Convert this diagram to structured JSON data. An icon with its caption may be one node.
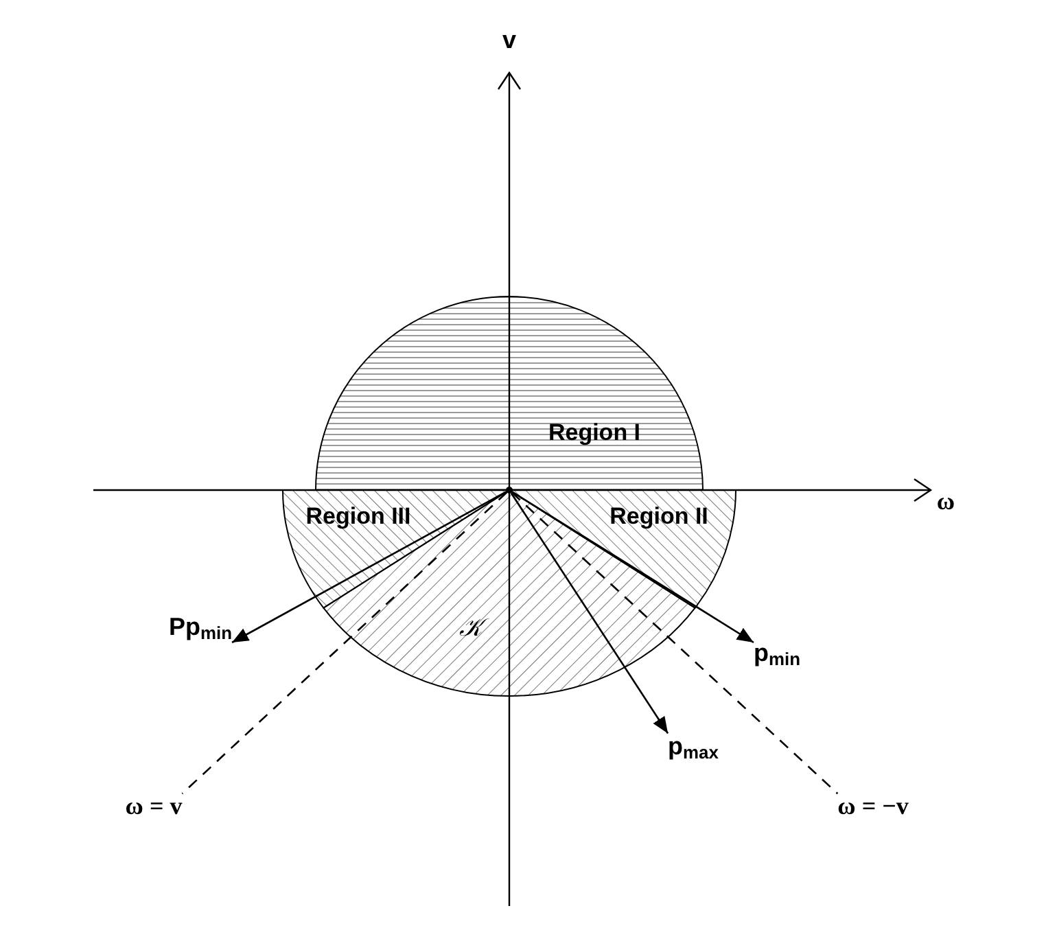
{
  "diagram": {
    "nodes": [
      {
        "text": [
          "Region I"
        ]
      },
      {
        "text": [
          "Region III"
        ]
      },
      {
        "text": [
          "Region II"
        ]
      },
      {
        "text": [
          "𝒦"
        ]
      },
      {
        "text": [
          "Pp$_{min}$"
        ]
      },
      {
        "text": [
          "p$_{min}$"
        ]
      },
      {
        "text": [
          "p$_{max}$"
        ]
      },
      {
        "text": [
          "ω = v"
        ]
      },
      {
        "text": [
          "ω = −v"
        ]
      },
      {
        "text": [],
        "shape": "circle"
      }
    ],
    "edges": [
      {
        "from": 9,
        "to": 4,
        "arrow": "to"
      },
      {
        "from": 9,
        "to": 5,
        "arrow": "to"
      },
      {
        "from": 9,
        "to": 6,
        "arrow": "to"
      },
      {
        "from": 9,
        "to": 7,
        "arrow": "none",
        "style": "dashed"
      },
      {
        "from": 9,
        "to": 8,
        "arrow": "none",
        "style": "dashed"
      }
    ],
    "labels": [
      "v",
      "ω"
    ]
  }
}
